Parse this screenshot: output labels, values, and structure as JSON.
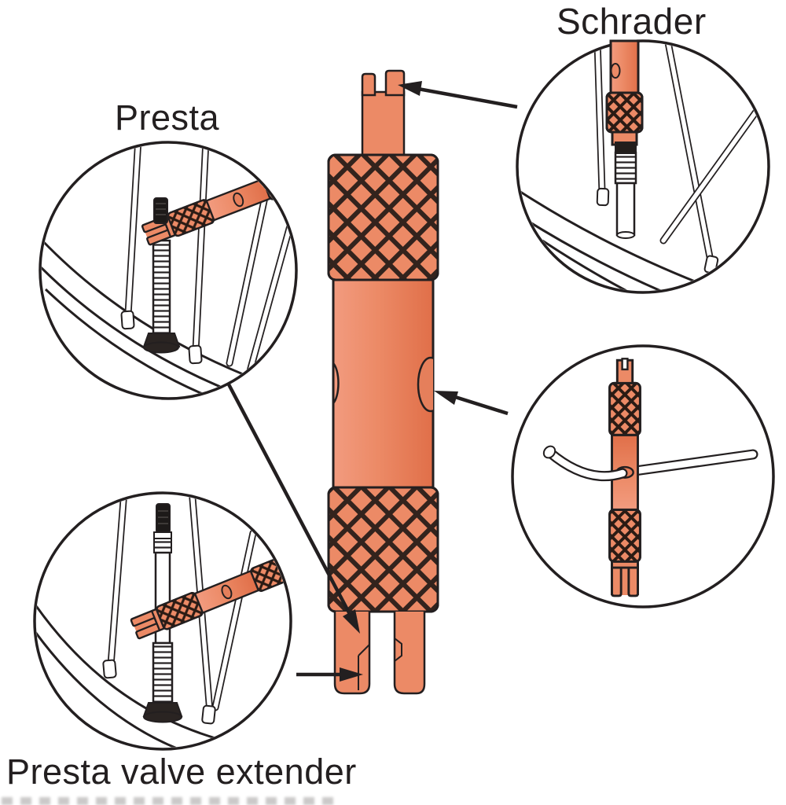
{
  "labels": {
    "presta": "Presta",
    "schrader": "Schrader",
    "presta_valve_extender": "Presta valve extender"
  },
  "colors": {
    "tool_body": "#EC8A66",
    "tool_body_light": "#F29B7F",
    "tool_body_dark": "#E06F49",
    "knurl_dark": "#33231D",
    "outline": "#231F20",
    "background": "#FFFFFF"
  },
  "detail_views": [
    {
      "name": "presta-detail",
      "caption": "Presta"
    },
    {
      "name": "schrader-detail",
      "caption": "Schrader"
    },
    {
      "name": "lever-detail",
      "caption": ""
    },
    {
      "name": "extender-detail",
      "caption": "Presta valve extender"
    }
  ]
}
